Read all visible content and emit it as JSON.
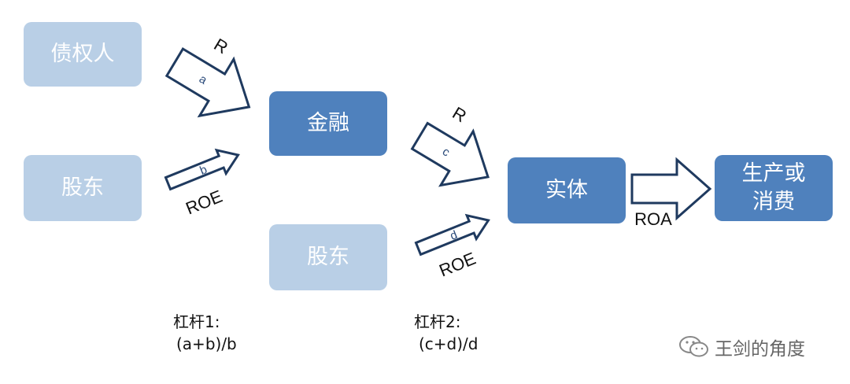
{
  "boxes": {
    "creditors": "债权人",
    "shareholders1": "股东",
    "finance": "金融",
    "shareholders2": "股东",
    "real_economy": "实体",
    "production_line1": "生产或",
    "production_line2": "消费"
  },
  "arrows": {
    "a_top": "R",
    "a_inner": "a",
    "b_inner": "b",
    "b_bottom": "ROE",
    "c_top": "R",
    "c_inner": "c",
    "d_inner": "d",
    "d_bottom": "ROE",
    "roa": "ROA"
  },
  "notes": {
    "leverage1_title": "杠杆1:",
    "leverage1_formula": "(a+b)/b",
    "leverage2_title": "杠杆2:",
    "leverage2_formula": "(c+d)/d"
  },
  "watermark": {
    "icon": "wechat-icon",
    "text": "王剑的角度"
  },
  "colors": {
    "light_box": "#b9cfe6",
    "dark_box": "#4f81bd",
    "arrow_outline": "#1f3a5f"
  }
}
